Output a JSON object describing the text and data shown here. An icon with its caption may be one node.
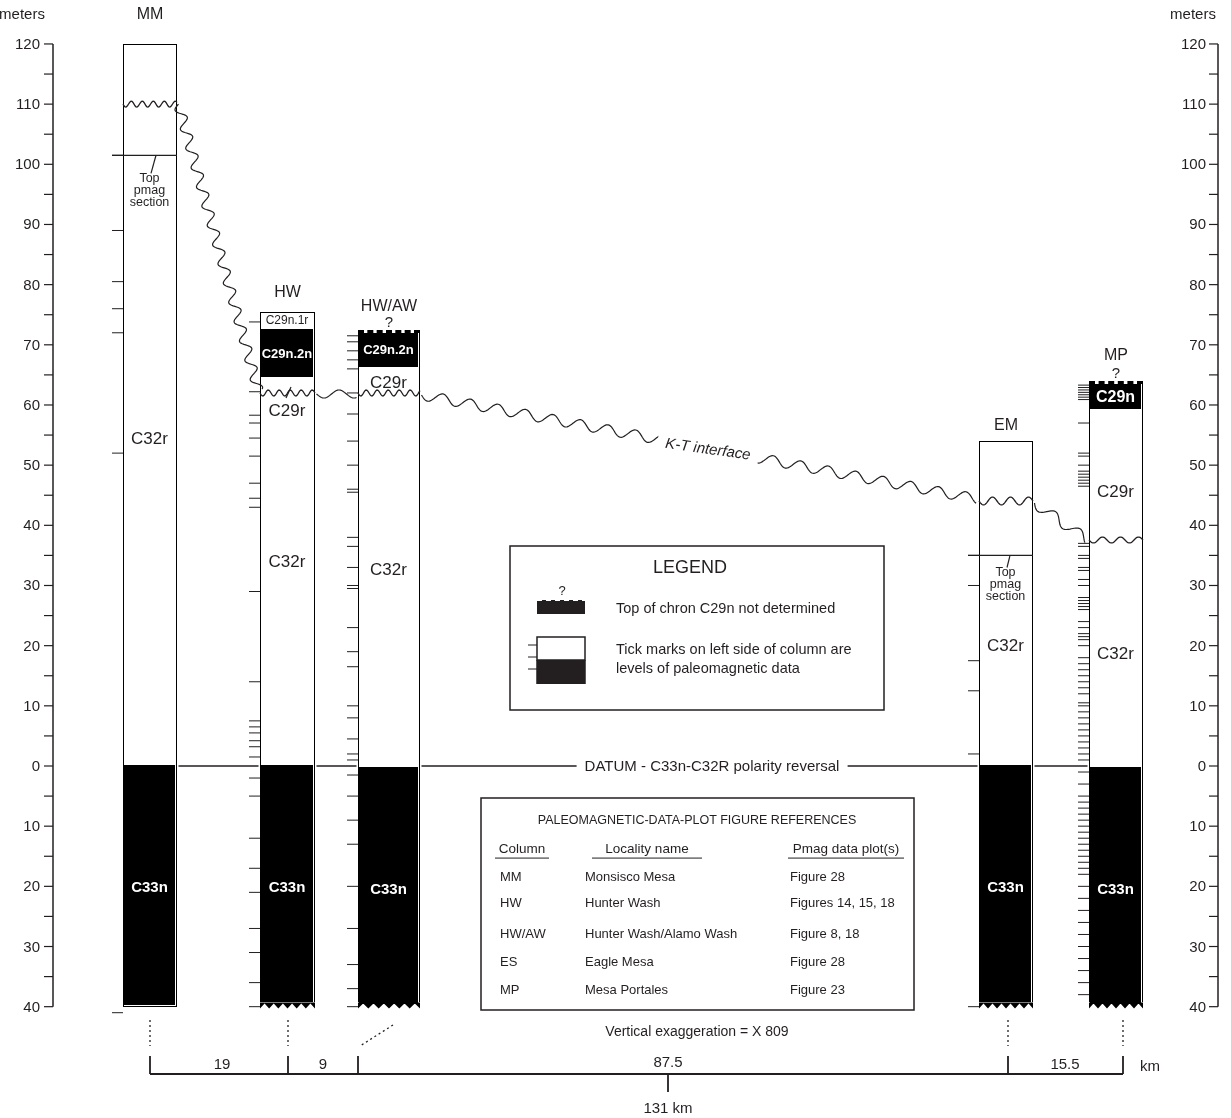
{
  "diagram": {
    "nodes": [
      {
        "text": [
          "MM"
        ]
      },
      {
        "text": [
          "C32r"
        ],
        "in": 0
      },
      {
        "text": [
          "Top pmag section"
        ],
        "in": 1
      },
      {
        "text": [
          "C33n"
        ],
        "in": 0
      },
      {
        "text": [
          "HW"
        ]
      },
      {
        "text": [
          "C29n.1r"
        ],
        "in": 4
      },
      {
        "text": [
          "C29n.2n"
        ],
        "in": 4
      },
      {
        "text": [
          "C29r",
          "C32r"
        ],
        "in": 4
      },
      {
        "text": [
          "C33n"
        ],
        "in": 4
      },
      {
        "text": [
          "HW/AW"
        ],
        "beside": [
          "?"
        ]
      },
      {
        "text": [
          "C29n.2n"
        ],
        "in": 9
      },
      {
        "text": [
          "C29r",
          "C32r"
        ],
        "in": 9
      },
      {
        "text": [
          "C33n"
        ],
        "in": 9
      },
      {
        "text": [
          "EM"
        ]
      },
      {
        "text": [
          "C32r"
        ],
        "in": 13
      },
      {
        "text": [
          "Top pmag section"
        ],
        "in": 14
      },
      {
        "text": [
          "C33n"
        ],
        "in": 13
      },
      {
        "text": [
          "MP"
        ],
        "beside": [
          "?"
        ]
      },
      {
        "text": [
          "C29n"
        ],
        "in": 17
      },
      {
        "text": [
          "C29r",
          "C32r"
        ],
        "in": 17
      },
      {
        "text": [
          "C33n"
        ],
        "in": 17
      }
    ],
    "edges": [
      {
        "from": 2,
        "to": null,
        "arrow": "none"
      },
      {
        "from": 15,
        "to": null,
        "arrow": "none"
      },
      {
        "from": 1,
        "to": 7,
        "arrow": "none"
      },
      {
        "from": 7,
        "to": 11,
        "arrow": "none"
      },
      {
        "from": 11,
        "to": 14,
        "arrow": "none",
        "label": "K-T interface"
      },
      {
        "from": 14,
        "to": 19,
        "arrow": "none"
      },
      {
        "from": 0,
        "to": 4,
        "arrow": "none"
      },
      {
        "from": 4,
        "to": 9,
        "arrow": "none"
      },
      {
        "from": 9,
        "to": 13,
        "arrow": "none",
        "label": "DATUM - C33n-C32R polarity reversal"
      },
      {
        "from": 13,
        "to": 17,
        "arrow": "none"
      }
    ],
    "labels": [
      "meters",
      "120",
      "110",
      "100",
      "90",
      "80",
      "70",
      "60",
      "50",
      "40",
      "30",
      "20",
      "10",
      "0",
      "10",
      "20",
      "30",
      "40",
      "meters",
      "120",
      "110",
      "100",
      "90",
      "80",
      "70",
      "60",
      "50",
      "40",
      "30",
      "20",
      "10",
      "0",
      "10",
      "20",
      "30",
      "40",
      "LEGEND",
      "PALEOMAGNETIC-DATA-PLOT FIGURE REFERENCES",
      "Column",
      "Locality name",
      "Pmag data plot(s)",
      "MM",
      "Monsisco Mesa",
      "Figure 28",
      "HW",
      "Hunter Wash",
      "Figures 14, 15, 18",
      "HW/AW",
      "Hunter Wash/Alamo Wash",
      "Figure 8, 18",
      "ES",
      "Eagle Mesa",
      "Figure 28",
      "MP",
      "Mesa Portales",
      "Figure 23",
      "Vertical exaggeration = X 809",
      "19",
      "9",
      "87.5",
      "15.5",
      "km",
      "131 km",
      "?"
    ],
    "legend": [
      {
        "text": "Top of chron C29n not determined"
      },
      {
        "text": "Tick marks on left side of column are levels of paleomagnetic data"
      }
    ]
  }
}
